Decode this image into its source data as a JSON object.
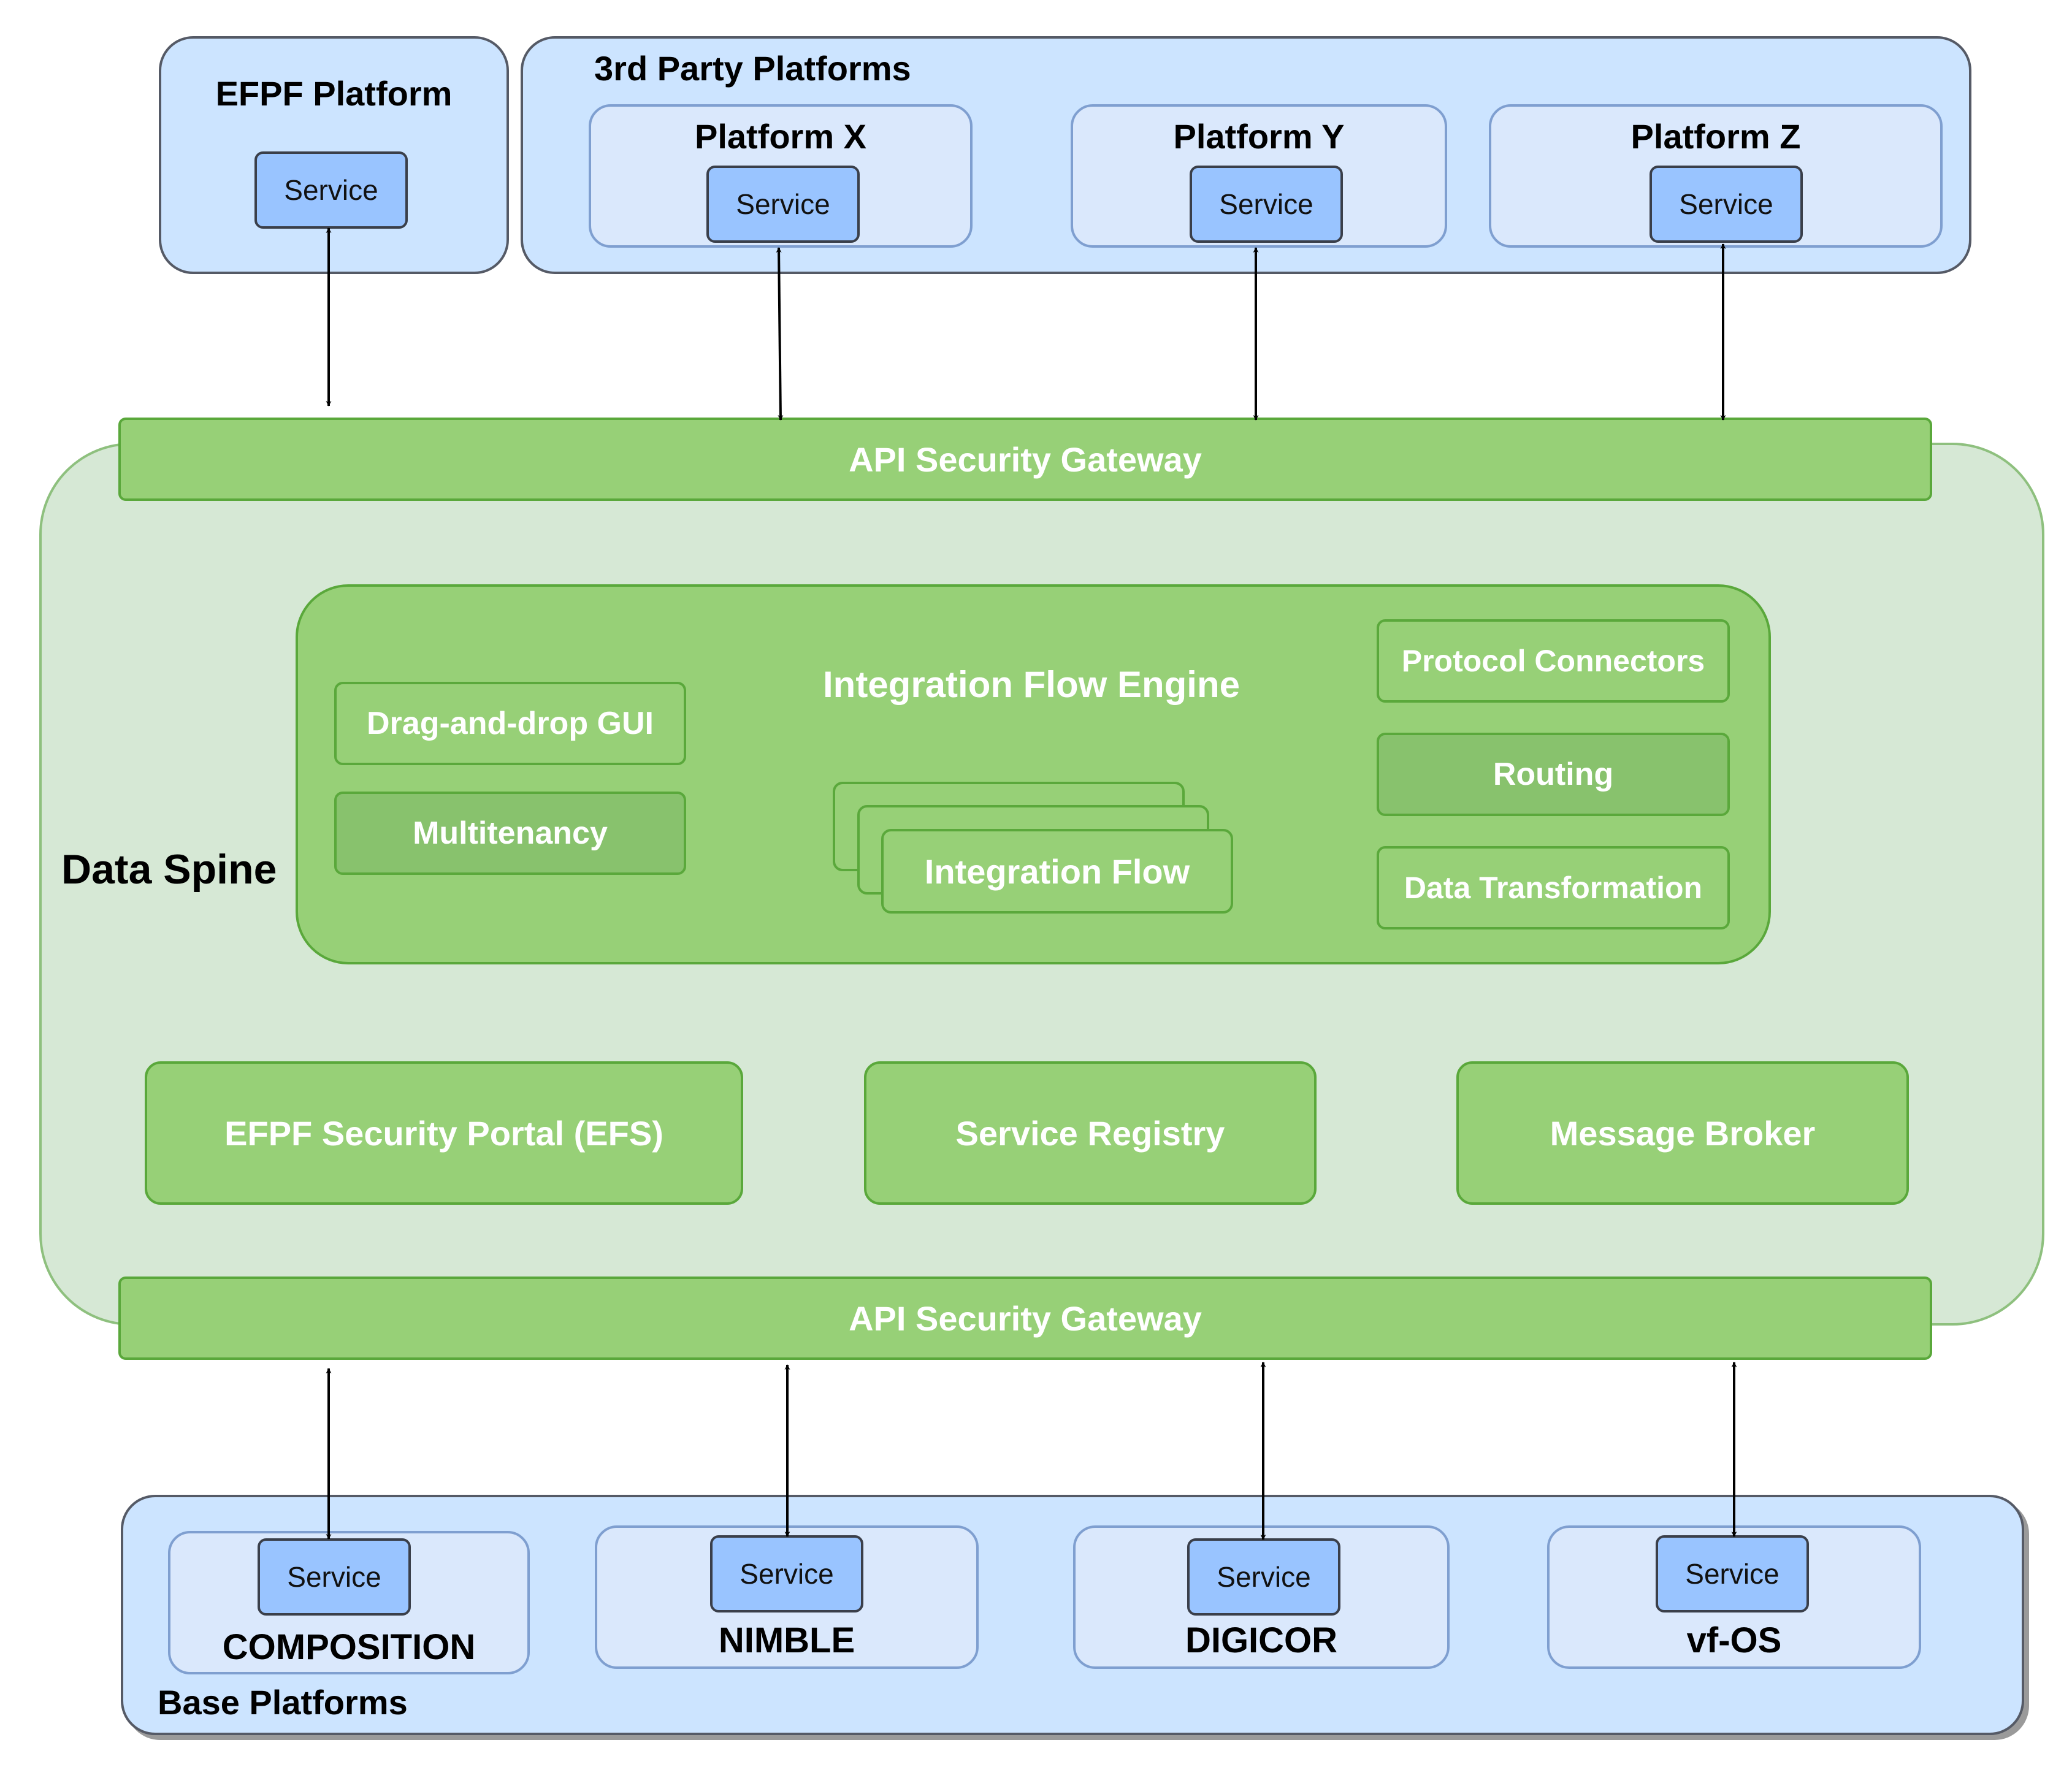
{
  "efpf_platform": {
    "title": "EFPF Platform",
    "service": "Service"
  },
  "third_party": {
    "title": "3rd Party Platforms",
    "platforms": [
      {
        "name": "Platform X",
        "service": "Service"
      },
      {
        "name": "Platform Y",
        "service": "Service"
      },
      {
        "name": "Platform Z",
        "service": "Service"
      }
    ]
  },
  "data_spine": {
    "title": "Data Spine",
    "top_gateway": "API Security Gateway",
    "bottom_gateway": "API Security Gateway",
    "integration_engine": {
      "title": "Integration Flow Engine",
      "drag_drop": "Drag-and-drop GUI",
      "multitenancy": "Multitenancy",
      "integration_flow": "Integration Flow",
      "protocol_connectors": "Protocol Connectors",
      "routing": "Routing",
      "data_transformation": "Data Transformation"
    },
    "security_portal": "EFPF Security Portal (EFS)",
    "service_registry": "Service Registry",
    "message_broker": "Message Broker"
  },
  "base_platforms": {
    "title": "Base Platforms",
    "platforms": [
      {
        "name": "COMPOSITION",
        "service": "Service"
      },
      {
        "name": "NIMBLE",
        "service": "Service"
      },
      {
        "name": "DIGICOR",
        "service": "Service"
      },
      {
        "name": "vf-OS",
        "service": "Service"
      }
    ]
  },
  "colors": {
    "platform_blue": "#cce4ff",
    "service_blue": "#99c4ff",
    "spine_green": "#d6e8d5",
    "component_green": "#97d077"
  }
}
